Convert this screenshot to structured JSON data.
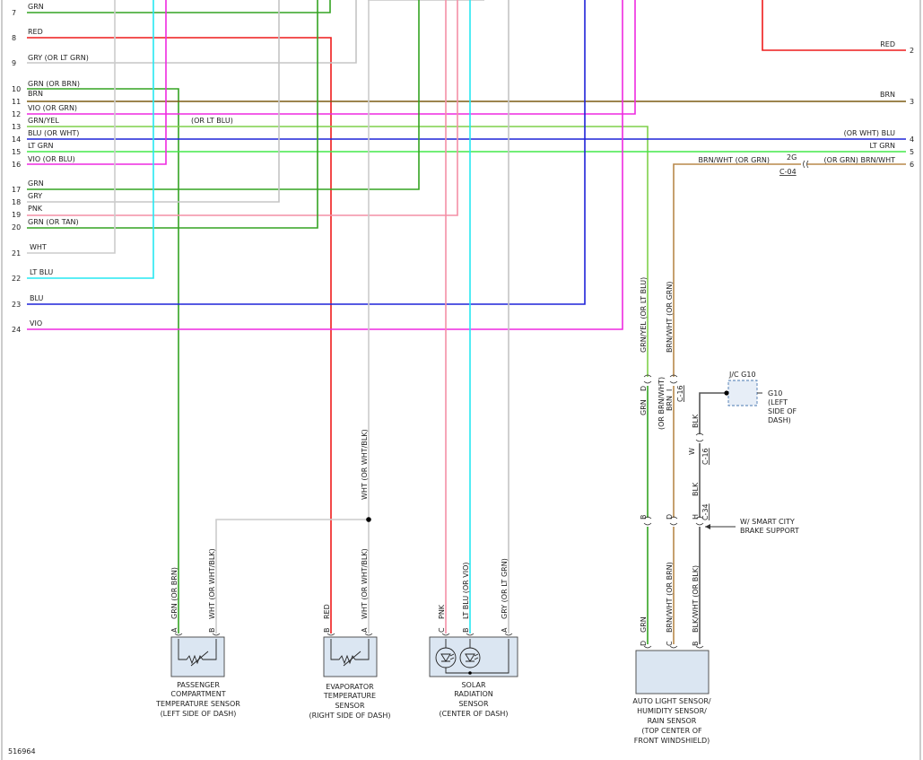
{
  "doc_id": "516964",
  "colors": {
    "grn": "#34a322",
    "red": "#ee1c1c",
    "gry": "#c5c5c5",
    "brn": "#7b5c14",
    "vio": "#ee2ae0",
    "ltgrn": "#43e84a",
    "blu": "#1f23d8",
    "ltblu": "#26e8f2",
    "pnk": "#f38fa6",
    "wht": "#cccccc",
    "grnyel": "#7fd04a",
    "brnwht": "#b8884a",
    "blk": "#555555"
  },
  "left_wires": [
    {
      "num": "7",
      "color": "GRN"
    },
    {
      "num": "8",
      "color": "RED"
    },
    {
      "num": "9",
      "color": "GRY (OR LT GRN)"
    },
    {
      "num": "10",
      "color": "GRN (OR BRN)"
    },
    {
      "num": "11",
      "color": "BRN"
    },
    {
      "num": "12",
      "color": "VIO (OR GRN)"
    },
    {
      "num": "13",
      "color": "GRN/YEL"
    },
    {
      "num": "14",
      "color": "BLU (OR WHT)"
    },
    {
      "num": "15",
      "color": "LT GRN"
    },
    {
      "num": "16",
      "color": "VIO (OR BLU)"
    },
    {
      "num": "17",
      "color": "GRN"
    },
    {
      "num": "18",
      "color": "GRY"
    },
    {
      "num": "19",
      "color": "PNK"
    },
    {
      "num": "20",
      "color": "GRN (OR TAN)"
    },
    {
      "num": "21",
      "color": "WHT"
    },
    {
      "num": "22",
      "color": "LT BLU"
    },
    {
      "num": "23",
      "color": "BLU"
    },
    {
      "num": "24",
      "color": "VIO"
    }
  ],
  "right_wires": [
    {
      "num": "2",
      "color": "RED"
    },
    {
      "num": "3",
      "color": "BRN"
    },
    {
      "num": "4",
      "color": "(OR WHT) BLU"
    },
    {
      "num": "5",
      "color": "LT GRN"
    },
    {
      "num": "6",
      "color": "(OR GRN) BRN/WHT"
    }
  ],
  "midline_labels": {
    "or_lt_blu": "(OR LT BLU)",
    "brn_wht_or_grn": "BRN/WHT (OR GRN)",
    "conn_2g": "2G",
    "conn_c04": "C-04"
  },
  "vertical_labels": {
    "grn_yel_or_lt_blu": "GRN/YEL (OR LT BLU)",
    "brn_wht_or_grn": "BRN/WHT (OR GRN)",
    "grn_d": "GRN",
    "pin_d": "D",
    "or_brn_wht": "(OR BRN/WHT)",
    "brn_i": "BRN",
    "pin_i": "I",
    "c16_top": "C-16",
    "blk_upper": "BLK",
    "pin_w": "W",
    "c16_mid": "C-16",
    "blk_lower": "BLK",
    "pin_b_lower": "B",
    "pin_d_lower": "D",
    "pin_h": "H",
    "c34": "C-34",
    "wht_or_wht_blk_upper": "WHT (OR WHT/BLK)"
  },
  "ground": {
    "jc": "J/C G10",
    "label": "G10",
    "line1": "(LEFT",
    "line2": "SIDE OF",
    "line3": "DASH)"
  },
  "smart_city": {
    "line1": "W/ SMART CITY",
    "line2": "BRAKE SUPPORT"
  },
  "pin_labels": {
    "pass_a": "GRN (OR BRN)",
    "pass_a_pin": "A",
    "pass_b": "WHT (OR WHT/BLK)",
    "pass_b_pin": "B",
    "evap_b": "RED",
    "evap_b_pin": "B",
    "evap_a": "WHT (OR WHT/BLK)",
    "evap_a_pin": "A",
    "solar_c": "PNK",
    "solar_c_pin": "C",
    "solar_b": "LT BLU (OR VIO)",
    "solar_b_pin": "B",
    "solar_a": "GRY (OR LT GRN)",
    "solar_a_pin": "A",
    "auto_d": "GRN",
    "auto_d_pin": "D",
    "auto_c": "BRN/WHT (OR BRN)",
    "auto_c_pin": "C",
    "auto_b": "BLK/WHT (OR BLK)",
    "auto_b_pin": "B"
  },
  "components": {
    "passenger": [
      "PASSENGER",
      "COMPARTMENT",
      "TEMPERATURE SENSOR",
      "(LEFT SIDE OF DASH)"
    ],
    "evaporator": [
      "EVAPORATOR",
      "TEMPERATURE",
      "SENSOR",
      "(RIGHT SIDE OF DASH)"
    ],
    "solar": [
      "SOLAR",
      "RADIATION",
      "SENSOR",
      "(CENTER OF DASH)"
    ],
    "auto_light": [
      "AUTO LIGHT SENSOR/",
      "HUMIDITY SENSOR/",
      "RAIN SENSOR",
      "(TOP CENTER OF",
      "FRONT WINDSHIELD)"
    ]
  }
}
